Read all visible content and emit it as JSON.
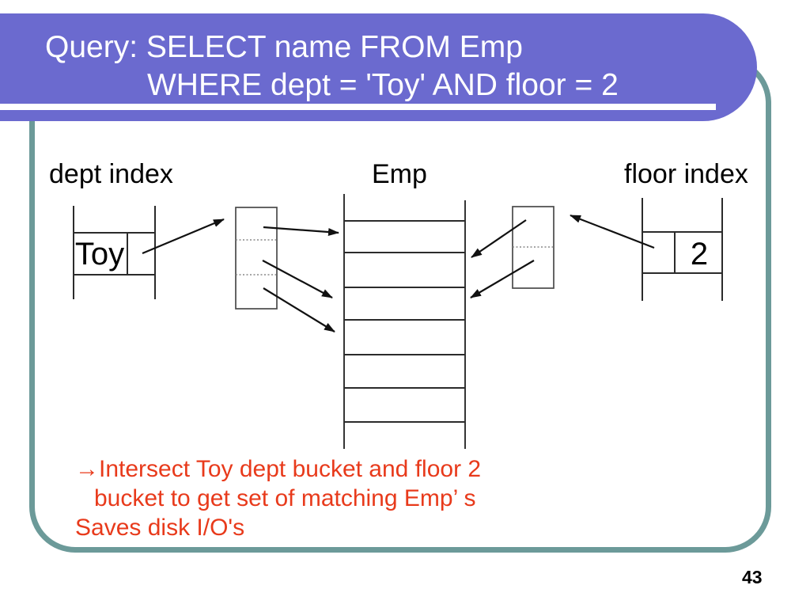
{
  "slide": {
    "title_line1": "Query: SELECT name FROM Emp",
    "title_line2": "WHERE dept = 'Toy' AND floor = 2",
    "page_number": "43"
  },
  "diagram": {
    "labels": {
      "dept_index": "dept index",
      "emp": "Emp",
      "floor_index": "floor index"
    },
    "dept_index_key": "Toy",
    "floor_index_key": "2",
    "structure": {
      "dept_index_bucket_sections": 3,
      "floor_index_bucket_sections": 2,
      "emp_table_rows": 6,
      "arrows": [
        "dept-toy-cell to dept-bucket",
        "dept-bucket to emp-row-1",
        "dept-bucket to emp-row-3",
        "dept-bucket to emp-row-4",
        "floor-bucket to emp-row-2",
        "floor-bucket to emp-row-3",
        "floor-2-cell to floor-bucket"
      ]
    }
  },
  "notes": {
    "line1": "→Intersect Toy dept bucket and floor 2",
    "line2": "bucket to get set of matching Emp’ s",
    "line3": "Saves disk I/O's"
  },
  "colors": {
    "banner_purple": "#6B6ACF",
    "frame_teal": "#6C9A99",
    "note_red": "#E83A1B",
    "title_text": "#FFFFFF",
    "diagram_black": "#000000"
  }
}
